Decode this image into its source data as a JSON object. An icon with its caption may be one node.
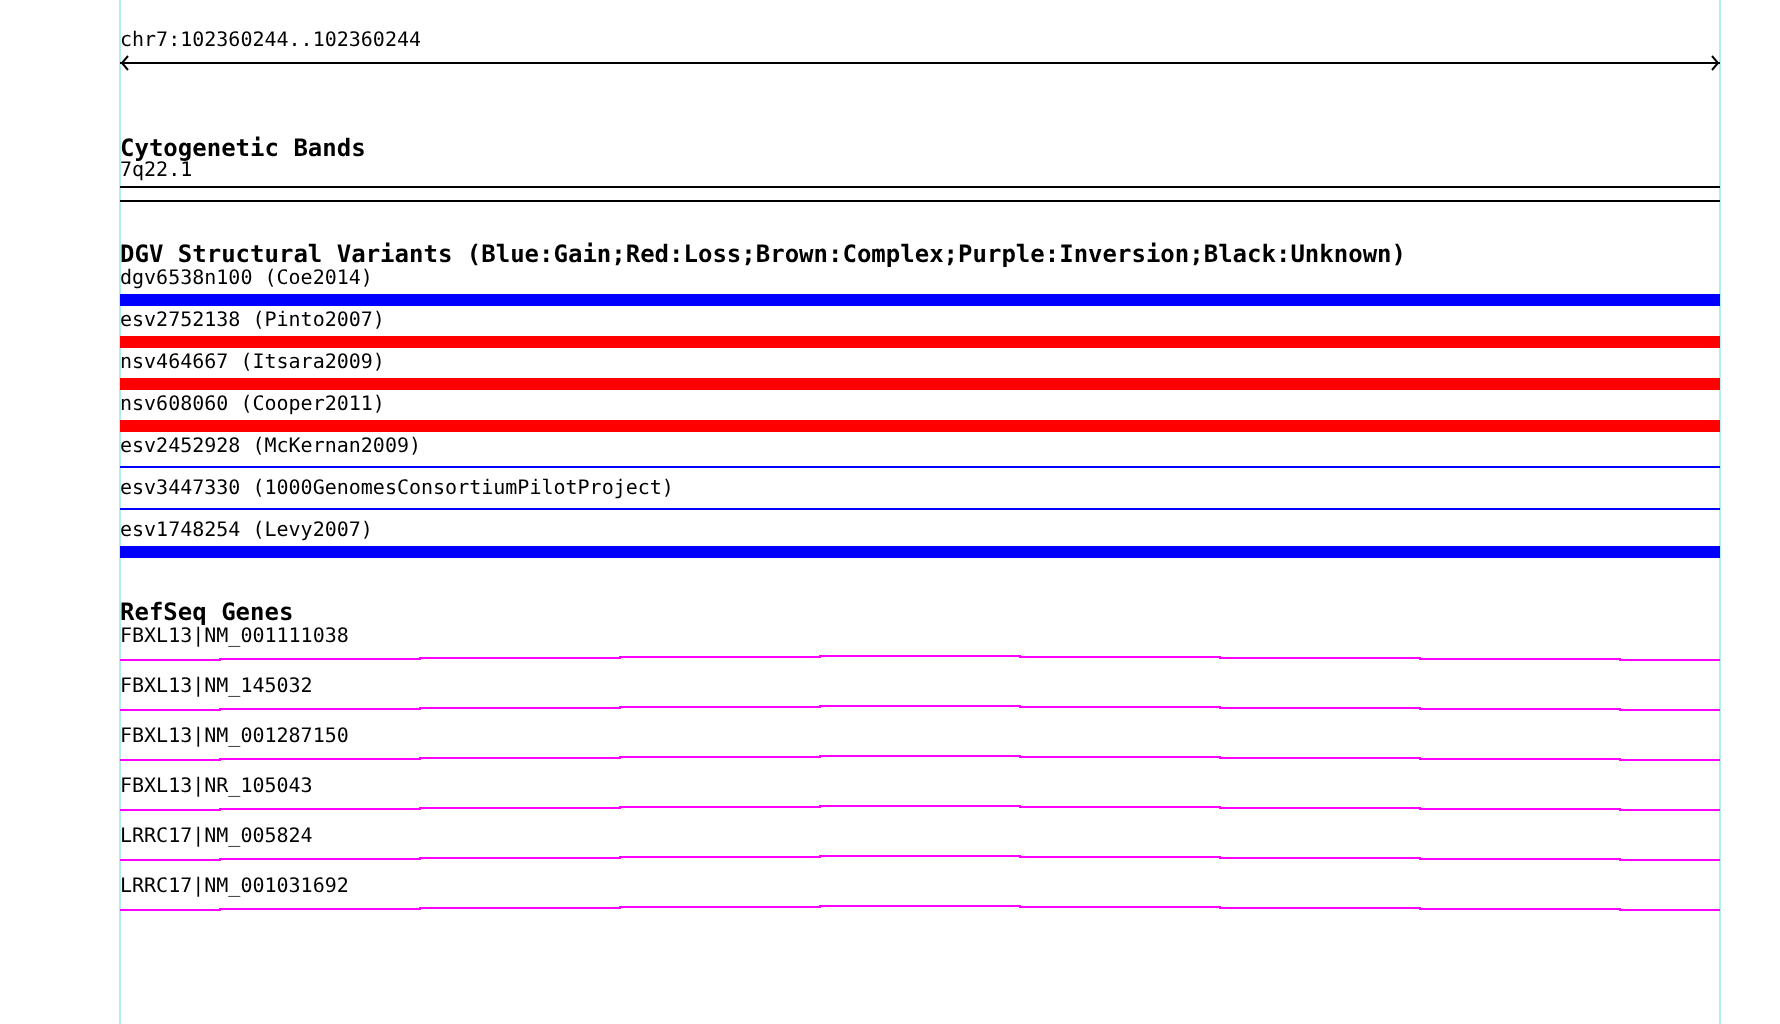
{
  "diagram": {
    "labels": [
      "chr7:102360244..102360244",
      "Cytogenetic Bands",
      "7q22.1",
      "DGV Structural Variants (Blue:Gain;Red:Loss;Brown:Complex;Purple:Inversion;Black:Unknown)",
      "dgv6538n100 (Coe2014)",
      "esv2752138 (Pinto2007)",
      "nsv464667 (Itsara2009)",
      "nsv608060 (Cooper2011)",
      "esv2452928 (McKernan2009)",
      "esv3447330 (1000GenomesConsortiumPilotProject)",
      "esv1748254 (Levy2007)",
      "RefSeq Genes",
      "FBXL13|NM_001111038",
      "FBXL13|NM_145032",
      "FBXL13|NM_001287150",
      "FBXL13|NR_105043",
      "LRRC17|NM_005824",
      "LRRC17|NM_001031692"
    ]
  }
}
